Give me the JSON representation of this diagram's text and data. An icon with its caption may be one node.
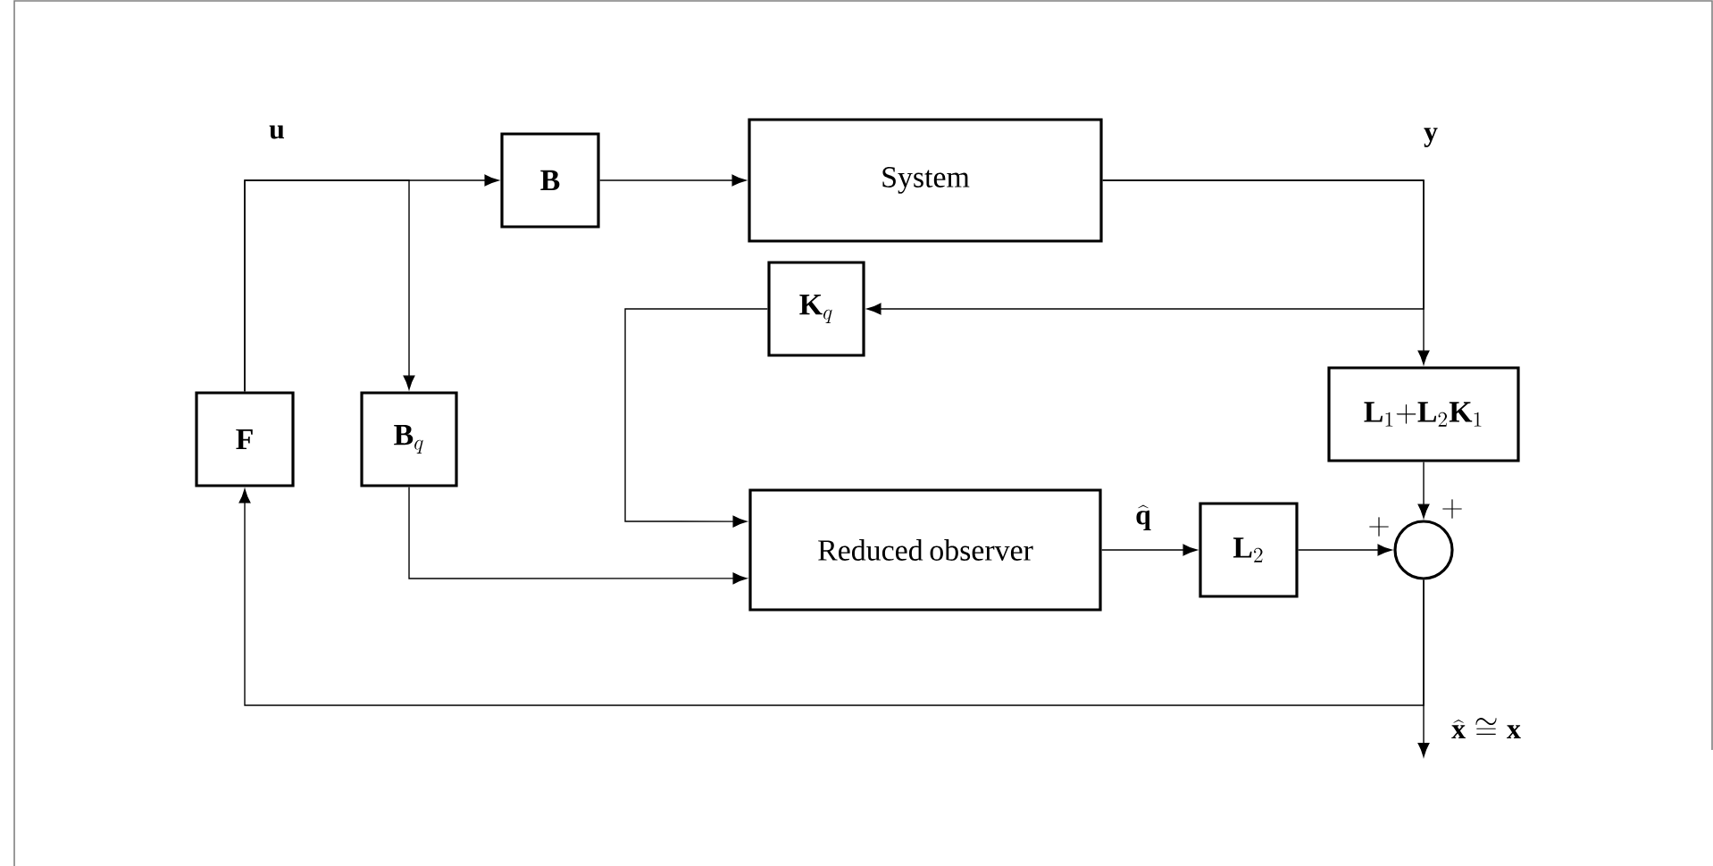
{
  "diagram": {
    "nodes": [
      {
        "text": [
          "\\mathbf{B}"
        ]
      },
      {
        "text": [
          "System"
        ]
      },
      {
        "text": [
          "\\mathbf{K}_q"
        ]
      },
      {
        "text": [
          "\\mathbf{L}_1\\mathbf{+}\\mathbf{L}_2\\mathbf{K}_1"
        ]
      },
      {
        "text": [
          "\\mathbf{F}"
        ]
      },
      {
        "text": [
          "\\mathbf{B}_q"
        ]
      },
      {
        "text": [
          "Reduced observer"
        ]
      },
      {
        "text": [
          "\\mathbf{L}_2"
        ]
      },
      {
        "text": [],
        "shape": "circle"
      }
    ],
    "edges": [
      {
        "from": 4,
        "to": 0,
        "arrow": "to",
        "label": "\\mathbf{u}"
      },
      {
        "from": 4,
        "to": 5,
        "arrow": "to"
      },
      {
        "from": 0,
        "to": 1,
        "arrow": "to"
      },
      {
        "from": 1,
        "to": 3,
        "arrow": "to",
        "label": "\\mathbf{y}"
      },
      {
        "from": 1,
        "to": 2,
        "arrow": "to"
      },
      {
        "from": 2,
        "to": 6,
        "arrow": "to"
      },
      {
        "from": 5,
        "to": 6,
        "arrow": "to"
      },
      {
        "from": 6,
        "to": 7,
        "arrow": "to",
        "label": "\\widehat{\\mathbf{q}}"
      },
      {
        "from": 7,
        "to": 8,
        "arrow": "to",
        "label": "+"
      },
      {
        "from": 3,
        "to": 8,
        "arrow": "to",
        "label": "\\mathbf{+}"
      },
      {
        "from": 8,
        "to": 4,
        "arrow": "to"
      },
      {
        "from": 8,
        "to": null,
        "arrow": "to",
        "label": "\\widehat{\\mathbf{x}}\\cong\\mathbf{x}"
      }
    ]
  }
}
